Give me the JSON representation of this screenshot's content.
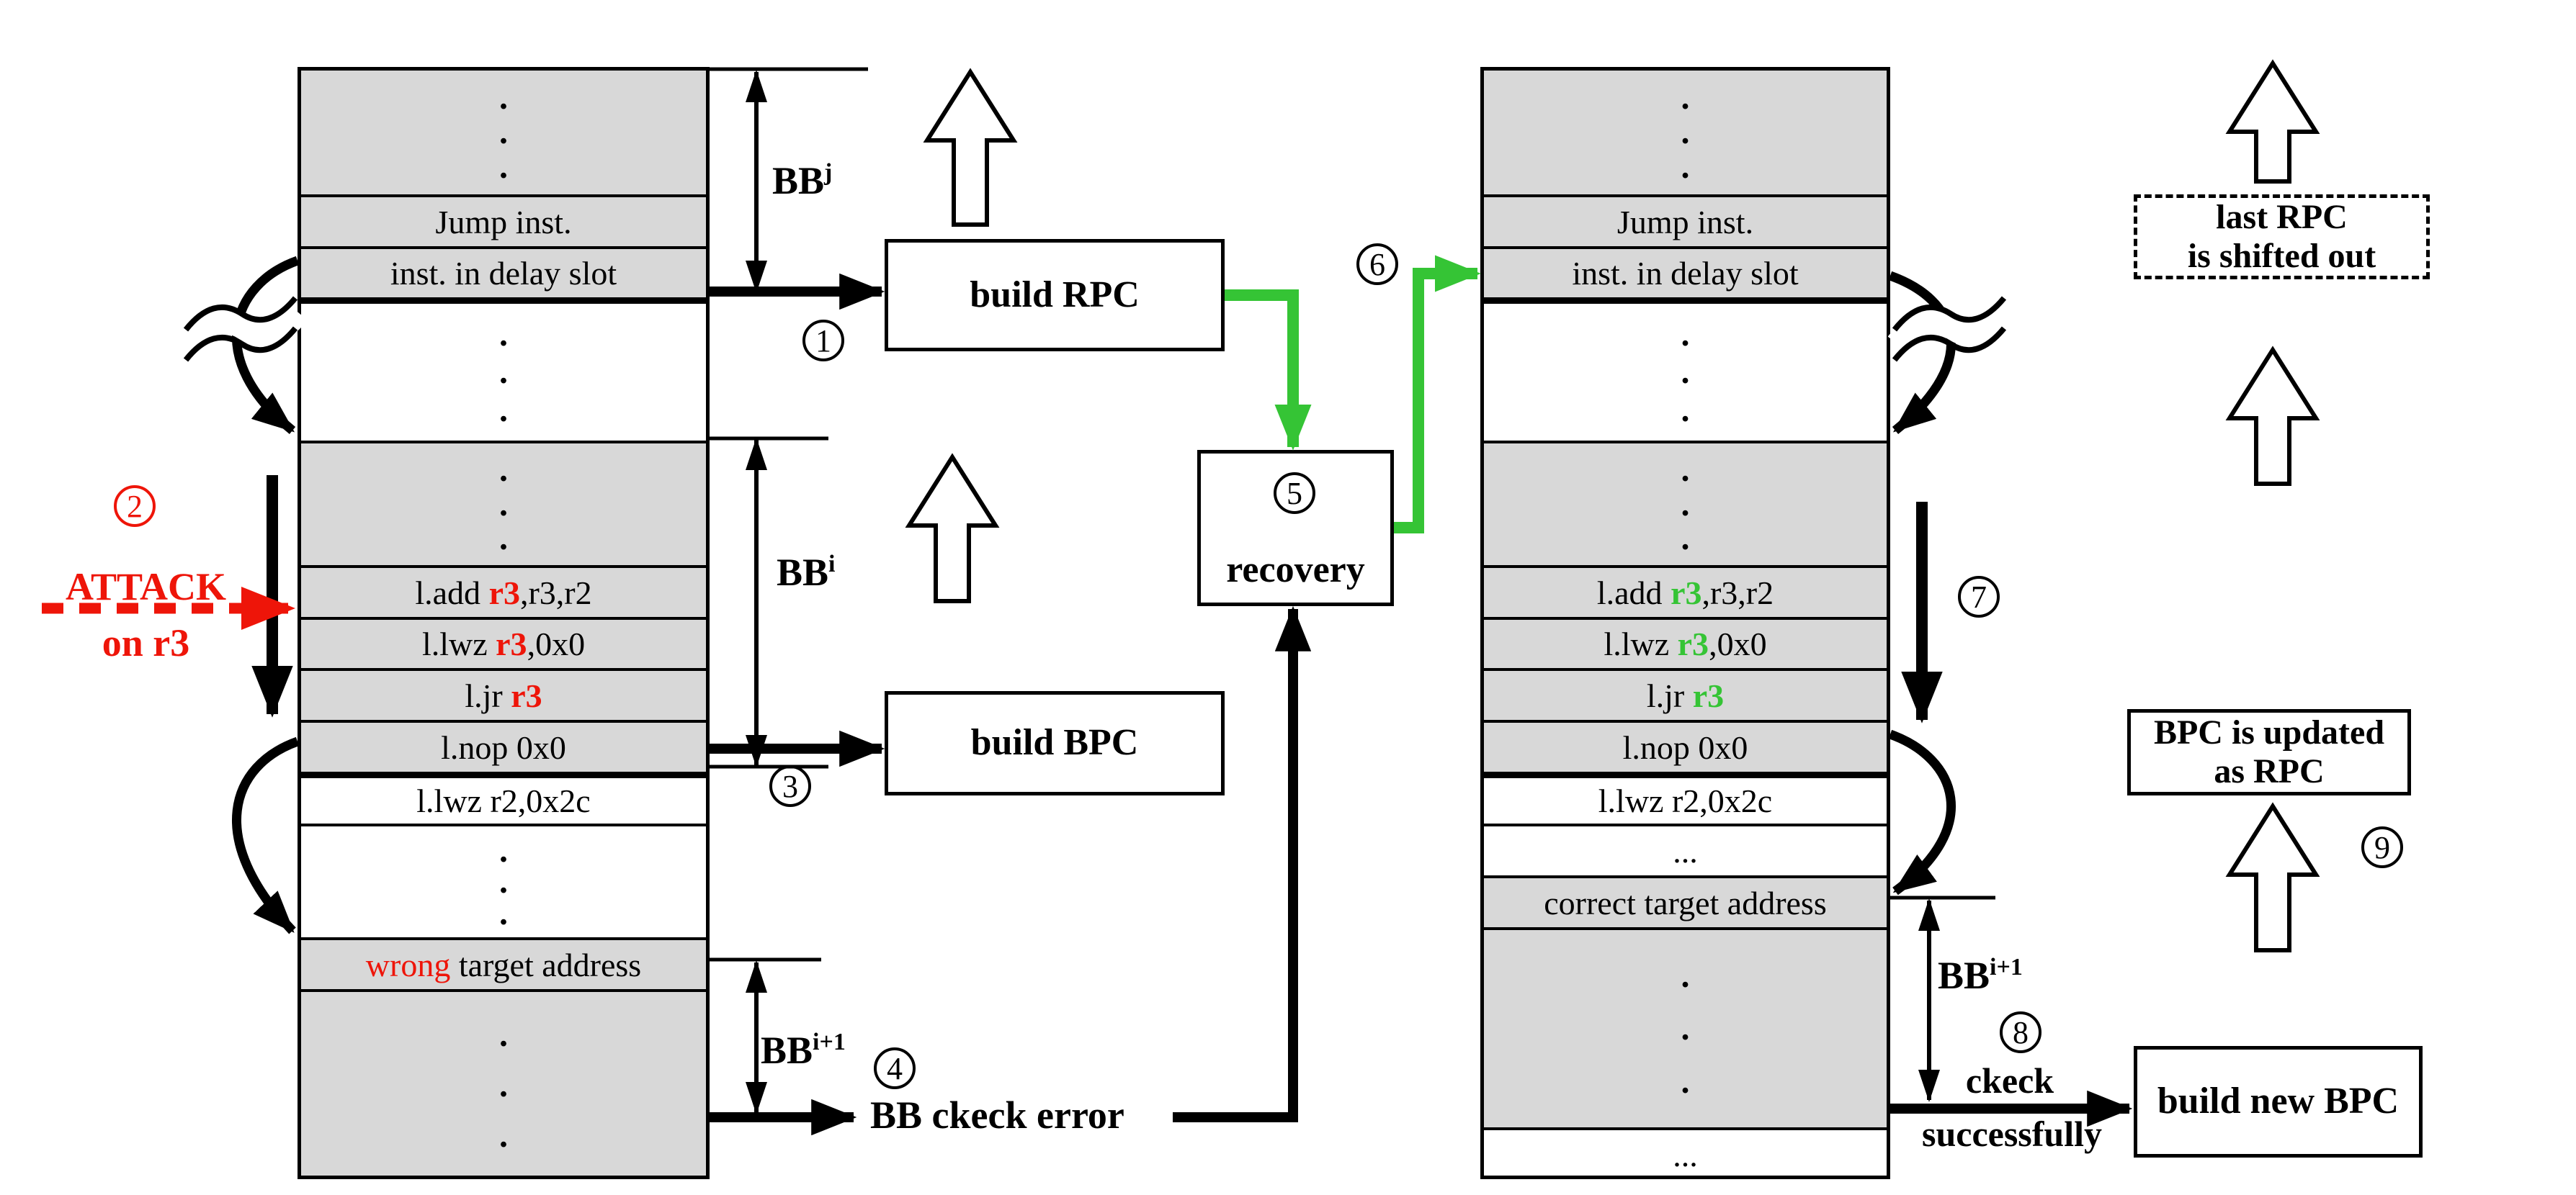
{
  "colors": {
    "attack_red": "#ee1509",
    "ok_green": "#35c435",
    "cell_gray": "#d8d8d8",
    "line_black": "#000000"
  },
  "steps": {
    "s1": "1",
    "s2": "2",
    "s3": "3",
    "s4": "4",
    "s5": "5",
    "s6": "6",
    "s7": "7",
    "s8": "8",
    "s9": "9"
  },
  "attack": {
    "line1": "ATTACK",
    "line2": "on r3"
  },
  "bb_labels": {
    "base": "BB",
    "sup_j": "j",
    "sup_i": "i",
    "sup_i1": "i+1"
  },
  "boxes": {
    "build_rpc": "build RPC",
    "build_bpc": "build BPC",
    "recovery": "recovery",
    "last_rpc_line1": "last RPC",
    "last_rpc_line2": "is shifted out",
    "bpc_updated_line1": "BPC is updated",
    "bpc_updated_line2": "as RPC",
    "build_new_bpc": "build new BPC"
  },
  "flow": {
    "bb_check_error": "BB ckeck error",
    "check_word": "ckeck",
    "success_word": "successfully"
  },
  "rows": {
    "dot": ".",
    "ellipsis": "...",
    "jump": "Jump inst.",
    "delay": "inst. in delay slot",
    "ladd_pre": "l.add ",
    "ladd_reg": "r3",
    "ladd_post": ",r3,r2",
    "llwz3_pre": "l.lwz ",
    "llwz3_reg": "r3",
    "llwz3_post": ",0x0",
    "ljr_pre": "l.jr ",
    "ljr_reg": "r3",
    "lnop": "l.nop 0x0",
    "llwz2": "l.lwz r2,0x2c",
    "wrong_word": "wrong",
    "wrong_rest": " target address",
    "correct": "correct target address"
  }
}
